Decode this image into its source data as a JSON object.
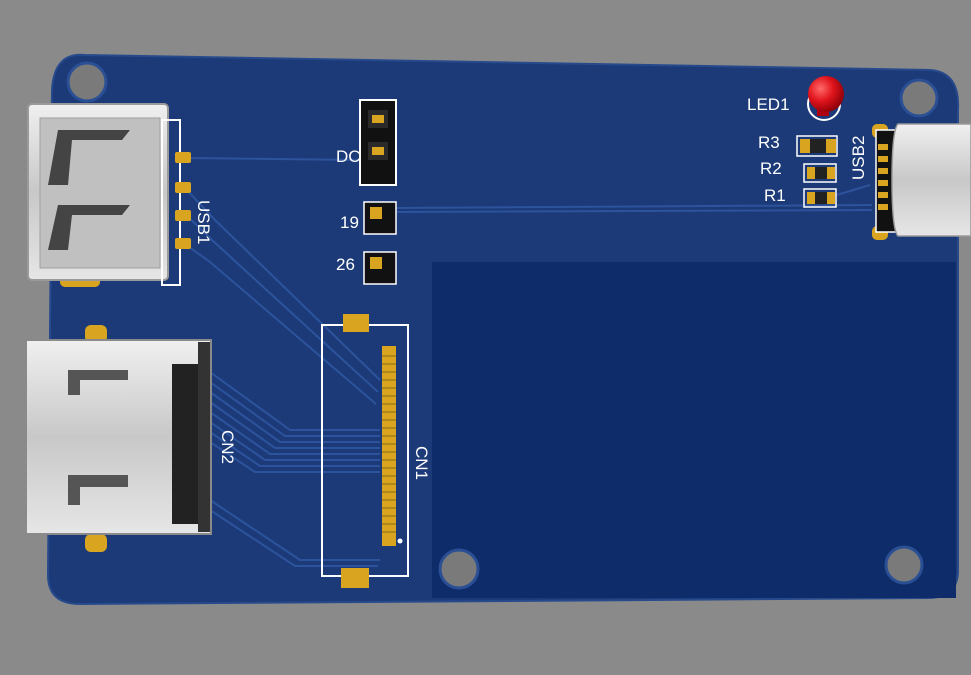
{
  "board": {
    "colors": {
      "background": "#8a8a8a",
      "board": "#1c3a78",
      "copper_zone": "#0f2c6a",
      "pad_gold": "#d9a520",
      "silkscreen": "#ffffff",
      "led_red": "#e0141c",
      "metal": "#d9d9d9"
    }
  },
  "labels": {
    "usb1": "USB1",
    "usb2": "USB2",
    "cn1": "CN1",
    "cn2": "CN2",
    "dc": "DC",
    "led1": "LED1",
    "r1": "R1",
    "r2": "R2",
    "r3": "R3",
    "pin19": "19",
    "pin26": "26"
  }
}
